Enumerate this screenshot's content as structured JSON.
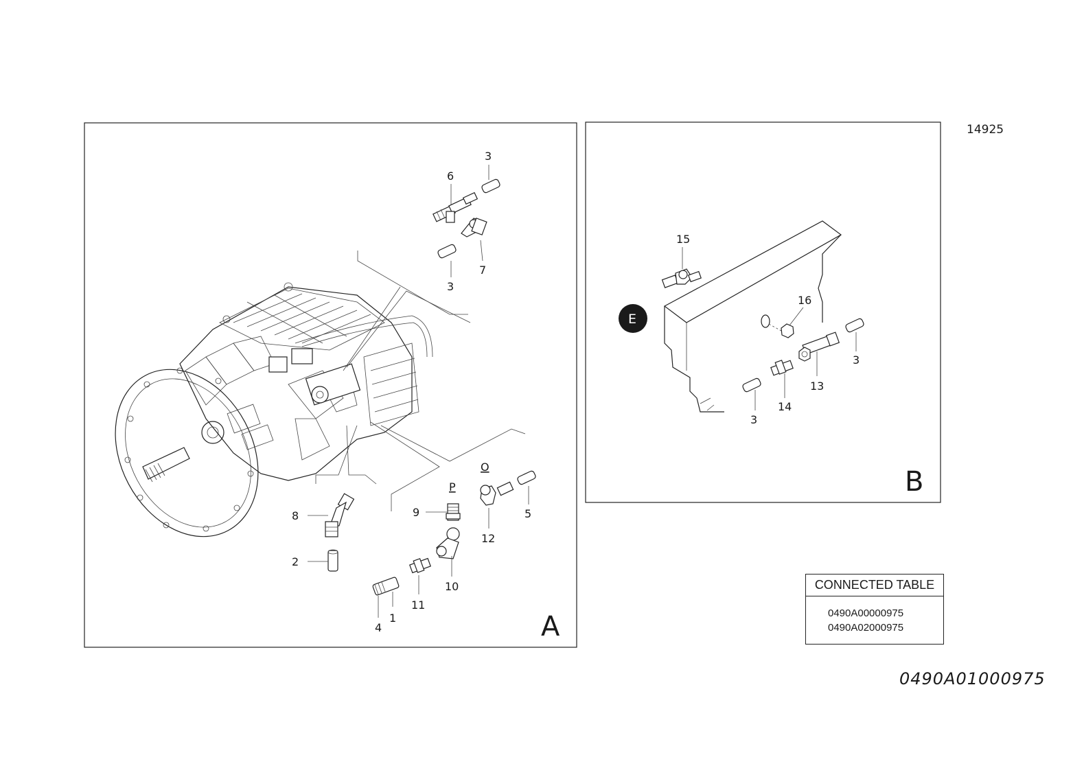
{
  "sheet_number": "14925",
  "drawing_code": "0490A01000975",
  "connected_table": {
    "header": "CONNECTED TABLE",
    "rows": [
      "0490A00000975",
      "0490A02000975"
    ]
  },
  "panel_a": {
    "letter": "A",
    "callouts": {
      "c3_top": "3",
      "c6": "6",
      "c3_mid": "3",
      "c7": "7",
      "cO": "O",
      "cP": "P",
      "c9": "9",
      "c12": "12",
      "c5": "5",
      "c8": "8",
      "c2": "2",
      "c11": "11",
      "c10": "10",
      "c4": "4",
      "c1": "1"
    }
  },
  "panel_b": {
    "letter": "B",
    "marker": "E",
    "callouts": {
      "c15": "15",
      "c16": "16",
      "c3_right": "3",
      "c13": "13",
      "c14": "14",
      "c3_bottom": "3"
    }
  }
}
